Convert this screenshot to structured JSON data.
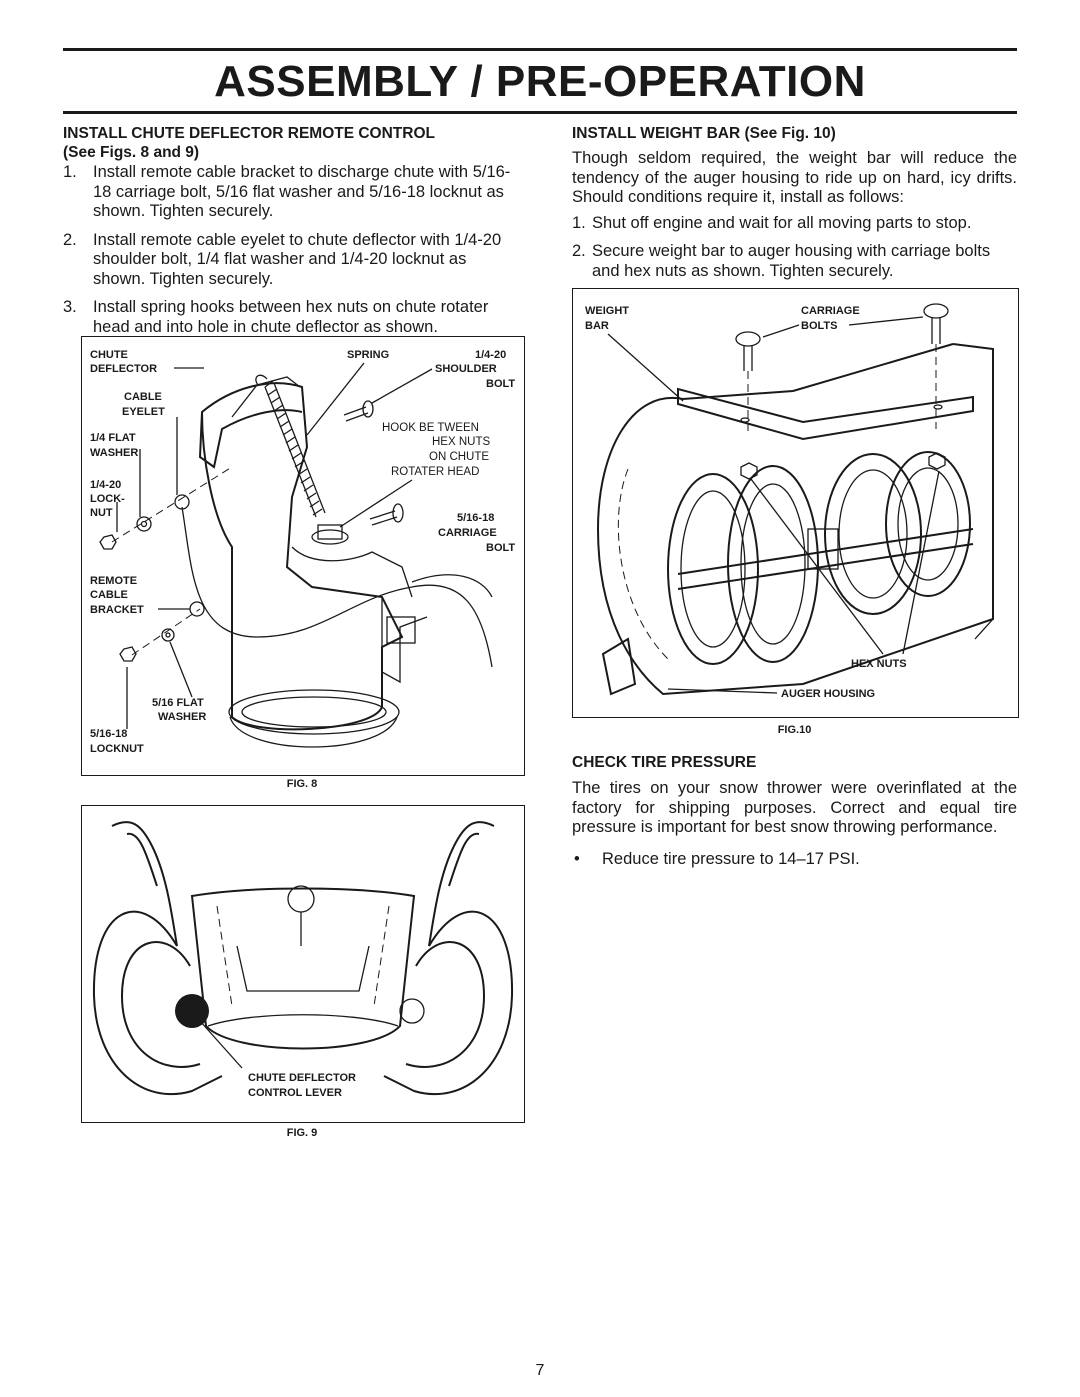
{
  "page": {
    "title": "ASSEMBLY / PRE-OPERATION",
    "page_number": "7"
  },
  "left": {
    "heading_line1": "INSTALL CHUTE DEFLECTOR REMOTE CONTROL",
    "heading_line2": "(See Figs. 8 and 9)",
    "steps": [
      {
        "num": "1.",
        "text": "Install remote cable bracket to discharge chute with 5/16-18 carriage bolt, 5/16 flat washer and 5/16-18 locknut as shown. Tighten securely."
      },
      {
        "num": "2.",
        "text": "Install remote cable eyelet to chute deflector with 1/4-20 shoulder bolt, 1/4 flat washer and 1/4-20 locknut as shown. Tighten securely."
      },
      {
        "num": "3.",
        "text": "Install spring hooks between hex nuts on chute rotater head and into hole in chute deflector as shown."
      }
    ]
  },
  "fig8": {
    "caption": "FIG. 8",
    "labels": {
      "chute_deflector_1": "CHUTE",
      "chute_deflector_2": "DEFLECTOR",
      "cable_eyelet_1": "CABLE",
      "cable_eyelet_2": "EYELET",
      "flat_washer_1": "1/4 FLAT",
      "flat_washer_2": "WASHER",
      "locknut_1": "1/4-20",
      "locknut_2": "LOCK-",
      "locknut_3": "NUT",
      "bracket_1": "REMOTE",
      "bracket_2": "CABLE",
      "bracket_3": "BRACKET",
      "washer516_1": "5/16 FLAT",
      "washer516_2": "WASHER",
      "locknut516_1": "5/16-18",
      "locknut516_2": "LOCKNUT",
      "spring": "SPRING",
      "shoulder_1": "1/4-20",
      "shoulder_2": "SHOULDER",
      "shoulder_3": "BOLT",
      "hook_1": "HOOK BE  TWEEN",
      "hook_2": "HEX NUTS",
      "hook_3": "ON CHUTE",
      "hook_4": "ROTATER HEAD",
      "carriage_1": "5/16-18",
      "carriage_2": "CARRIAGE",
      "carriage_3": "BOLT"
    }
  },
  "fig9": {
    "caption": "FIG. 9",
    "labels": {
      "lever_1": "CHUTE DEFLECTOR",
      "lever_2": "CONTROL LEVER"
    }
  },
  "right": {
    "weight_heading": "INSTALL WEIGHT BAR (See Fig. 10)",
    "weight_intro": "Though seldom required, the weight bar will reduce the tendency of the auger housing to ride up on hard, icy drifts. Should conditions require it, install as follows:",
    "weight_steps": [
      {
        "num": "1.",
        "text": "Shut off engine and wait for all moving parts to stop."
      },
      {
        "num": "2.",
        "text": "Secure weight bar to auger housing with carriage bolts and hex nuts as shown. Tighten securely."
      }
    ],
    "tire_heading": "CHECK TIRE PRESSURE",
    "tire_text": "The tires on your snow thrower were overinflated at the factory for shipping purposes. Correct and equal tire pressure is important for best snow throwing performance.",
    "bullet_symbol": "•",
    "tire_bullet": "Reduce tire pressure to 14–17 PSI."
  },
  "fig10": {
    "caption": "FIG.10",
    "labels": {
      "weight_1": "WEIGHT",
      "weight_2": "BAR",
      "carriage_1": "CARRIAGE",
      "carriage_2": "BOLTS",
      "hexnuts": "HEX NUTS",
      "auger": "AUGER HOUSING"
    }
  }
}
